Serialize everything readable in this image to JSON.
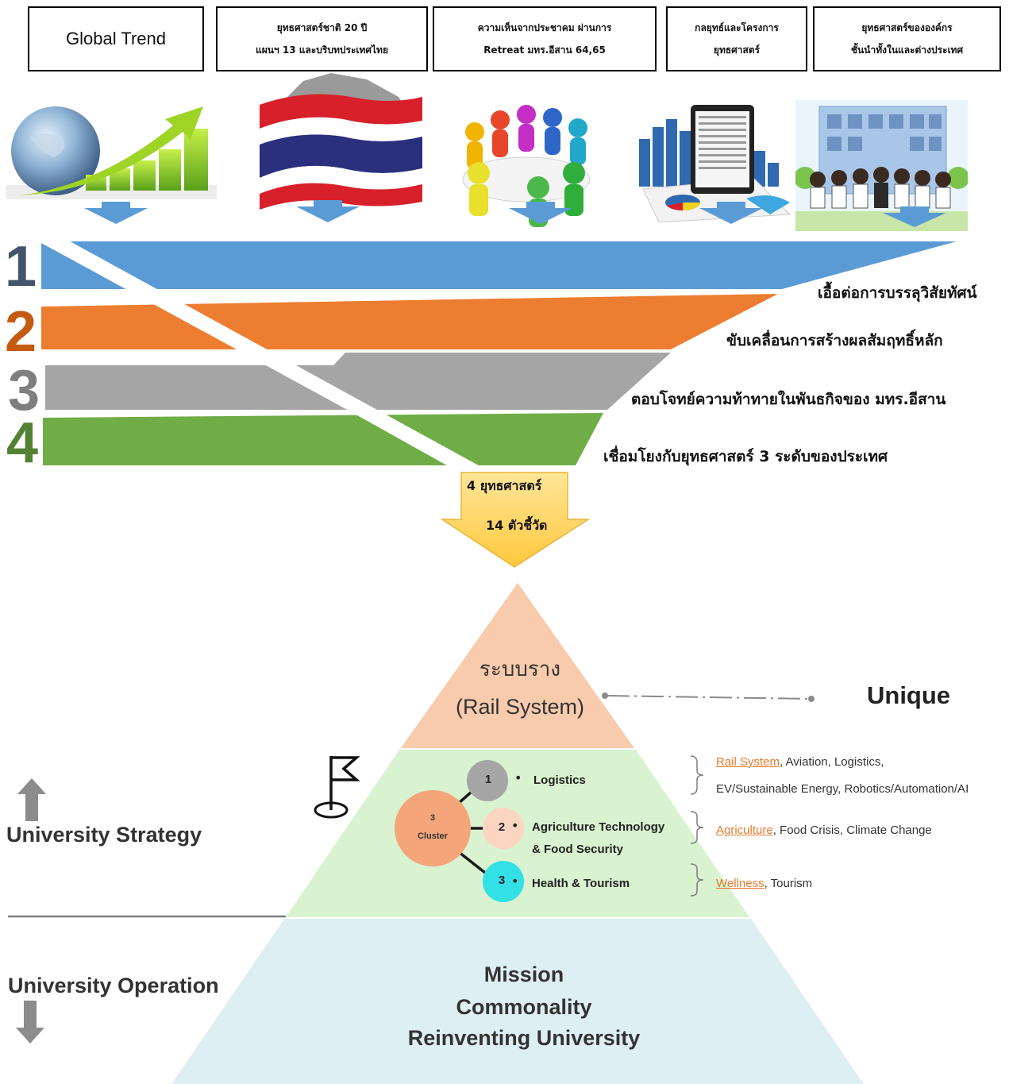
{
  "header_boxes": [
    {
      "lines": [
        "Global Trend"
      ]
    },
    {
      "lines": [
        "ยุทธศาสตร์ชาติ 20 ปี",
        "แผนฯ 13 และบริบทประเทศไทย"
      ]
    },
    {
      "lines": [
        "ความเห็นจากประชาคม ผ่านการ",
        "Retreat มทร.อีสาน 64,65"
      ]
    },
    {
      "lines": [
        "กลยุทธ์และโครงการ",
        "ยุทธศาสตร์"
      ]
    },
    {
      "lines": [
        "ยุทธศาสตร์ขององค์กร",
        "ชั้นนำทั้งในและต่างประเทศ"
      ]
    }
  ],
  "funnel": {
    "numbers": [
      "1",
      "2",
      "3",
      "4"
    ],
    "goals": [
      "เอื้อต่อการบรรลุวิสัยทัศน์",
      "ขับเคลื่อนการสร้างผลสัมฤทธิ์หลัก",
      "ตอบโจทย์ความท้าทายในพันธกิจของ มทร.อีสาน",
      "เชื่อมโยงกับยุทธศาสตร์ 3 ระดับของประเทศ"
    ],
    "colors": [
      "#5b9bd5",
      "#ed7d31",
      "#a5a5a5",
      "#70ad47"
    ],
    "number_colors": [
      "#44546a",
      "#c55a11",
      "#7f7f7f",
      "#548235"
    ]
  },
  "output_arrow": {
    "line1": "4 ยุทธศาสตร์",
    "line2": "14 ตัวชี้วัด",
    "color": "#ffd966"
  },
  "pyramid": {
    "top": {
      "line1": "ระบบราง",
      "line2": "(Rail System)",
      "color": "#f8cbad"
    },
    "unique_label": "Unique",
    "middle": {
      "color": "#d9f2d0",
      "hub_label": [
        "3",
        "Cluster"
      ],
      "clusters": [
        {
          "num": "1",
          "label": "Logistics",
          "color": "#a6a6a6"
        },
        {
          "num": "2",
          "label": "Agriculture Technology",
          "label2": "& Food Security",
          "color": "#fcd5c2"
        },
        {
          "num": "3",
          "label": "Health & Tourism",
          "color": "#33e0e6"
        }
      ],
      "keywords": [
        {
          "underline": "Rail System",
          "rest": ", Aviation, Logistics,",
          "line2": "EV/Sustainable Energy, Robotics/Automation/AI"
        },
        {
          "underline": "Agriculture",
          "rest": ", Food Crisis, Climate Change",
          "line2": ""
        },
        {
          "underline": "Wellness",
          "rest": ", Tourism",
          "line2": ""
        }
      ]
    },
    "bottom": {
      "lines": [
        "Mission",
        "Commonality",
        "Reinventing University"
      ],
      "color": "#deeff3"
    }
  },
  "side_labels": {
    "strategy": "University Strategy",
    "operation": "University Operation"
  },
  "icons": [
    "globe-growth-icon",
    "thailand-flag-map-icon",
    "people-meeting-icon",
    "tablet-charts-icon",
    "people-building-icon",
    "flag-icon",
    "arrow-up-icon",
    "arrow-down-icon"
  ]
}
